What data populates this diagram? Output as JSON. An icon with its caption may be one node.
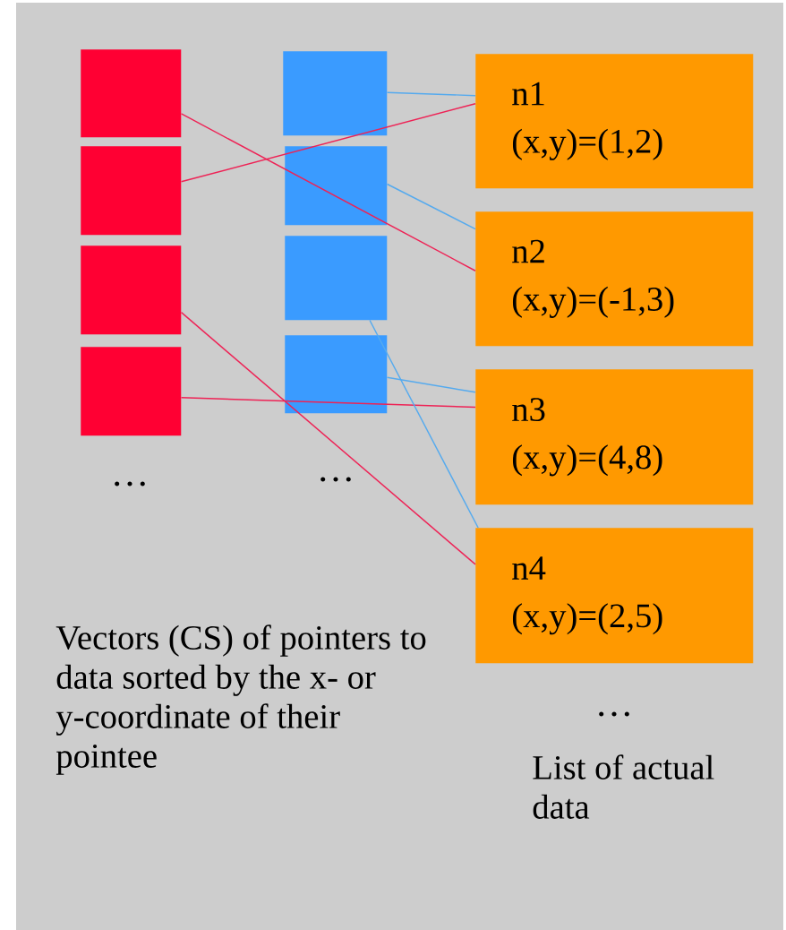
{
  "diagram": {
    "nodes": [
      {
        "text": [],
        "shape": "box"
      },
      {
        "text": [],
        "shape": "box"
      },
      {
        "text": [],
        "shape": "box"
      },
      {
        "text": [],
        "shape": "box"
      },
      {
        "text": [],
        "shape": "box"
      },
      {
        "text": [],
        "shape": "box"
      },
      {
        "text": [],
        "shape": "box"
      },
      {
        "text": [],
        "shape": "box"
      },
      {
        "text": [
          "n1",
          "(x,y)=(1,2)"
        ]
      },
      {
        "text": [
          "n2",
          "(x,y)=(-1,3)"
        ]
      },
      {
        "text": [
          "n3",
          "(x,y)=(4,8)"
        ]
      },
      {
        "text": [
          "n4",
          "(x,y)=(2,5)"
        ]
      }
    ],
    "edges": [
      {
        "from": 0,
        "to": 9,
        "arrow": "none",
        "color": "#ee2255"
      },
      {
        "from": 1,
        "to": 8,
        "arrow": "none",
        "color": "#ee2255"
      },
      {
        "from": 2,
        "to": 11,
        "arrow": "none",
        "color": "#ee2255"
      },
      {
        "from": 3,
        "to": 10,
        "arrow": "none",
        "color": "#ee2255"
      },
      {
        "from": 4,
        "to": 8,
        "arrow": "none",
        "color": "#55aaee"
      },
      {
        "from": 5,
        "to": 9,
        "arrow": "none",
        "color": "#55aaee"
      },
      {
        "from": 6,
        "to": 11,
        "arrow": "none",
        "color": "#55aaee"
      },
      {
        "from": 7,
        "to": 10,
        "arrow": "none",
        "color": "#55aaee"
      }
    ],
    "labels": [
      "…",
      "…",
      "…",
      "Vectors (CS) of pointers to data sorted by the x- or y-coordinate of their pointee",
      "List of actual data"
    ]
  }
}
